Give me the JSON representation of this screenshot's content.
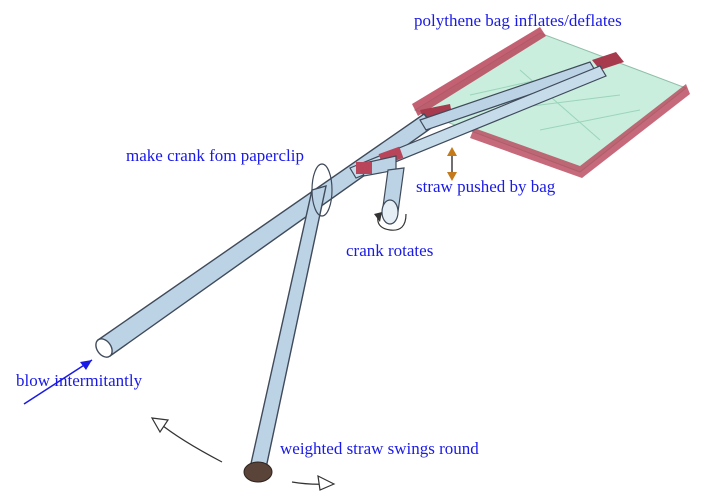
{
  "labels": {
    "bag": "polythene bag inflates/deflates",
    "crank_make": "make crank fom paperclip",
    "straw_pushed": "straw pushed by bag",
    "crank_rotates": "crank rotates",
    "blow": "blow intermitantly",
    "swings": "weighted straw swings round"
  },
  "colors": {
    "label": "#1a1ae6",
    "straw_fill": "#bcd3e6",
    "straw_outline": "#3f4a5a",
    "bag_fill": "#c9eedd",
    "bag_tape": "#b8455a",
    "weight": "#5a4338",
    "arrow_orange": "#c47a1a"
  },
  "icons": {
    "blow_arrow": "arrow-right-icon",
    "swing_arrow_left": "arrowhead-icon",
    "swing_arrow_right": "arrowhead-icon",
    "rotate_arrow": "rotate-arrow-icon",
    "up_down_arrow": "up-down-arrow-icon"
  }
}
